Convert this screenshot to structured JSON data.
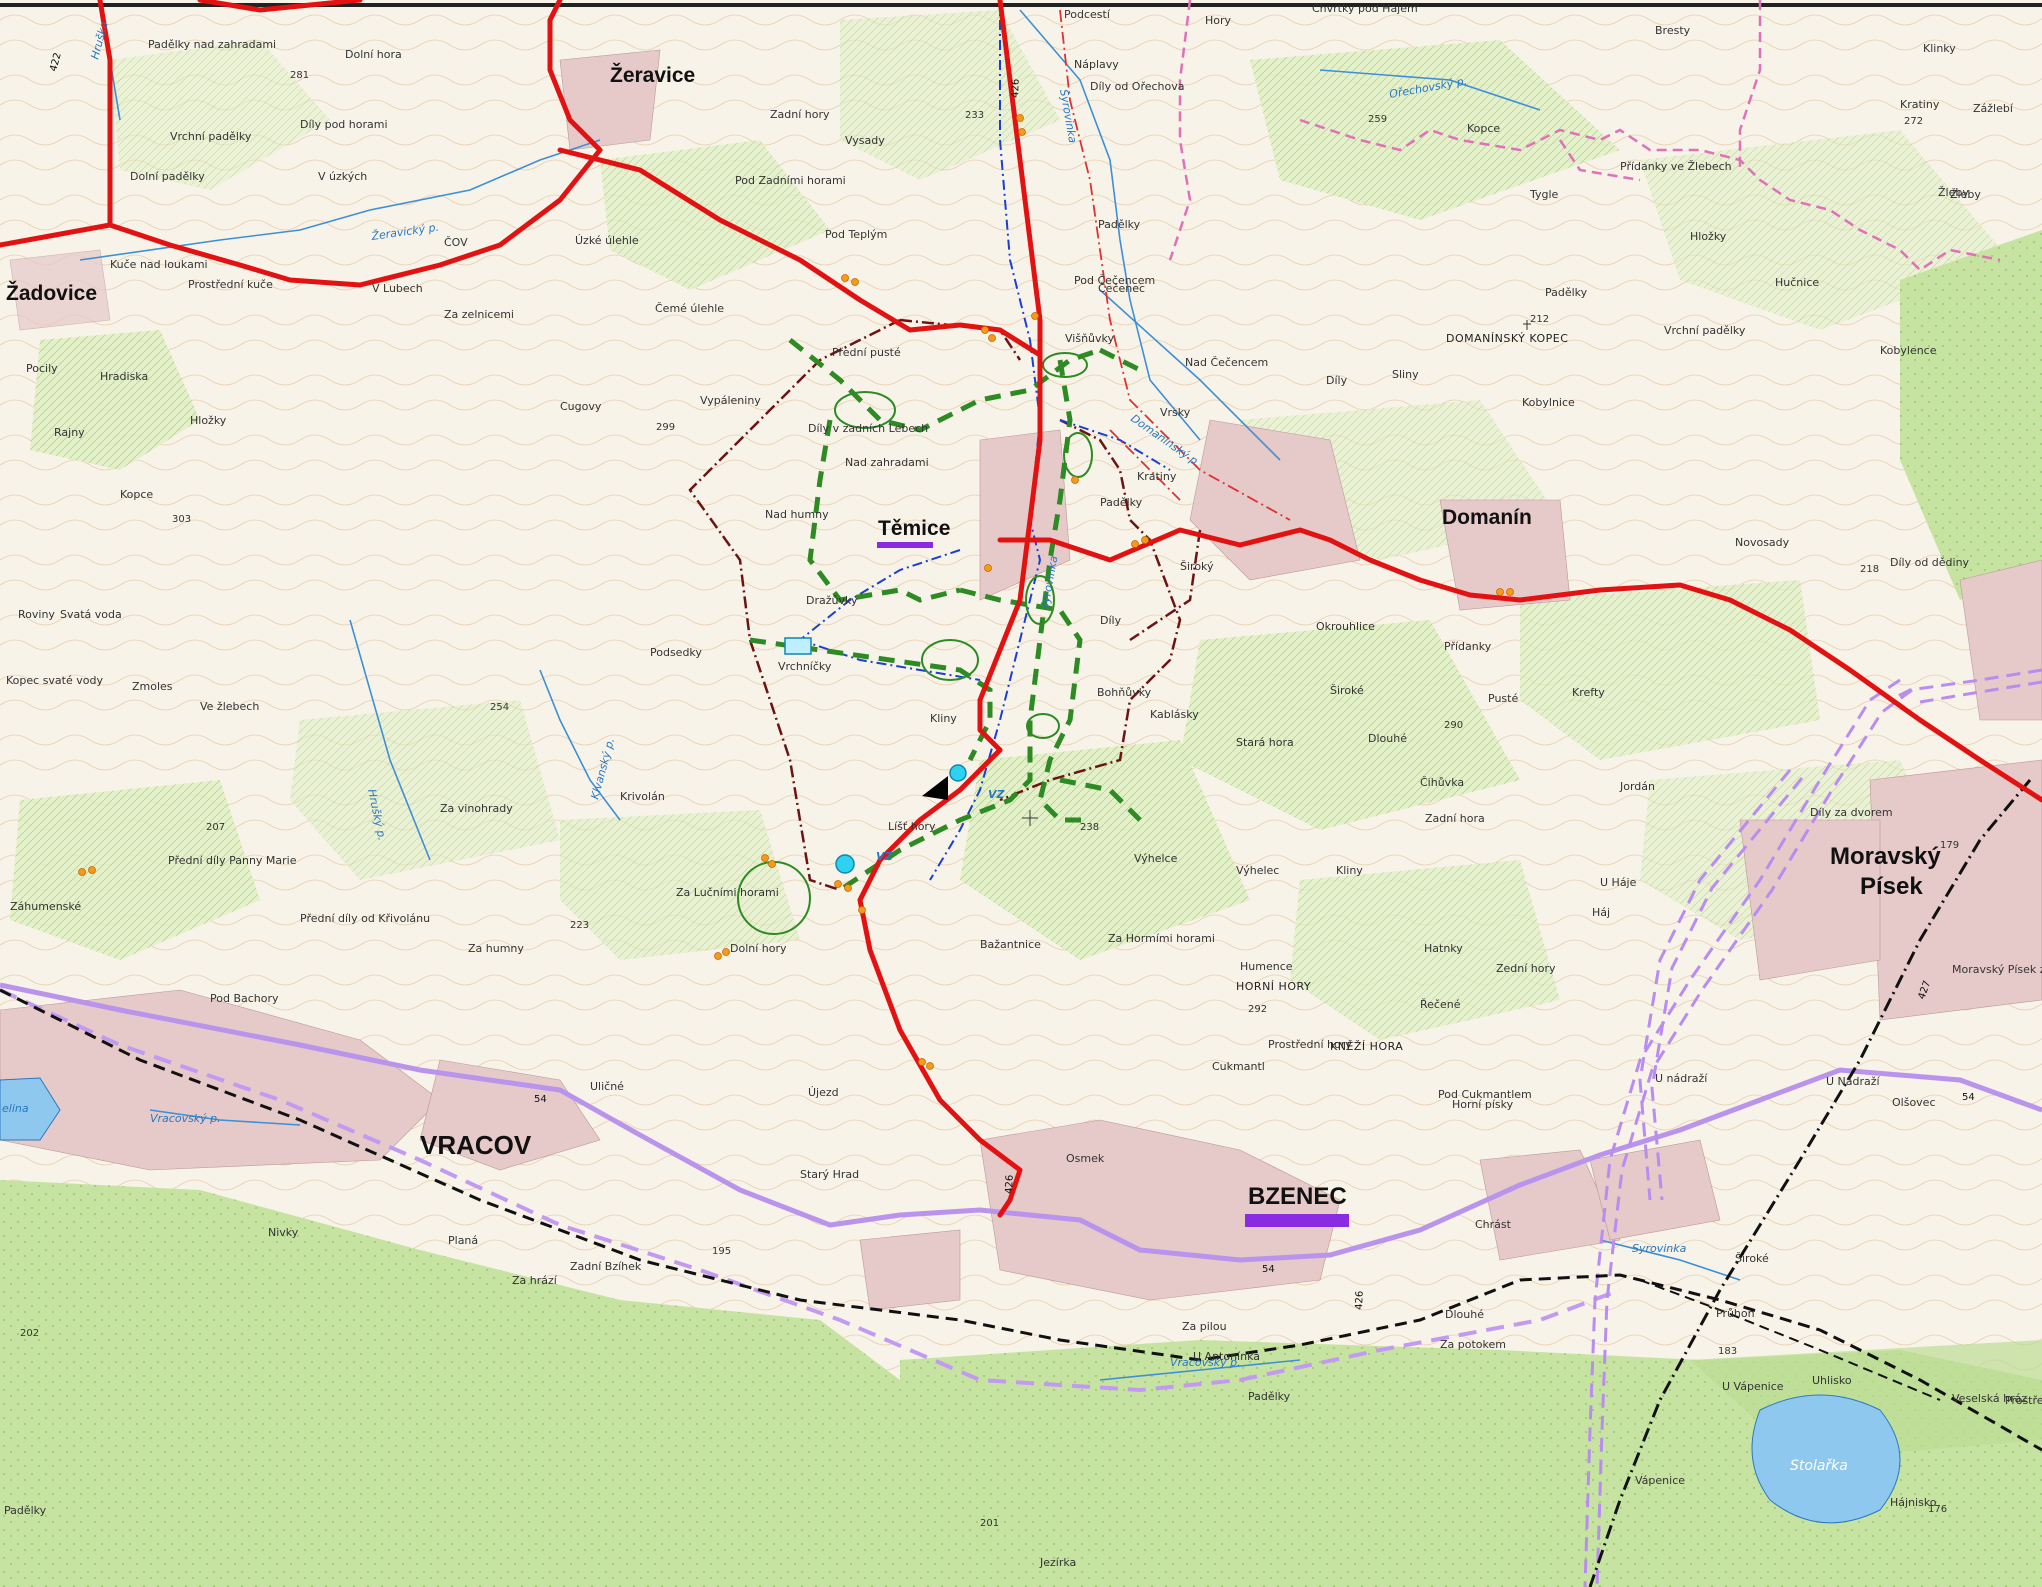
{
  "map": {
    "towns": {
      "zeravice": "Žeravice",
      "zadovice": "Žadovice",
      "temnice": "Těmice",
      "domanin": "Domanín",
      "vracov": "VRACOV",
      "bzenec": "BZENEC",
      "moravsky_pisek_1": "Moravský",
      "moravsky_pisek_2": "Písek"
    },
    "localities": [
      "Padělky nad zahradami",
      "Dolní hora",
      "Díly pod horami",
      "Vrchní padělky",
      "Dolní padělky",
      "V úzkých",
      "Kuče nad loukami",
      "Prostřední kuče",
      "V Lubech",
      "Úzké úlehle",
      "Za zelnicemi",
      "Čemé úlehle",
      "Zadní hory",
      "Vysady",
      "Pod Zadními horami",
      "Pod Teplým",
      "Padělky",
      "Díly od Ořechova",
      "Náplavy",
      "Podcestí",
      "Pod Čečencem",
      "Čečenec",
      "Višňůvky",
      "Nad Čečencem",
      "Přední pusté",
      "Díly v zadních Lebech",
      "Nad zahradami",
      "Nad humny",
      "Vypáleniny",
      "Cugovy",
      "Pocily",
      "Hradiska",
      "Rajny",
      "Hložky",
      "Kopce",
      "Roviny",
      "Svatá voda",
      "Kopec svaté vody",
      "Zmoles",
      "Ve žlebech",
      "Podsedky",
      "Vrchníčky",
      "Dražůvky",
      "Kliny",
      "Díly",
      "Bohňůvky",
      "Kablásky",
      "Široký",
      "Padělky",
      "Kratiny",
      "Vrsky",
      "Díly",
      "Sliny",
      "Kobylnice",
      "DOMANÍNSKÝ KOPEC",
      "Padělky",
      "Vrchní padělky",
      "Kobylence",
      "Hučnice",
      "Žleby",
      "Přídanky ve Žlebech",
      "Tygle",
      "Hložky",
      "Kopce",
      "Bresty",
      "Hory",
      "Chvrtky pod Hájem",
      "Kratiny",
      "Zážlebí",
      "Klinky",
      "Žleby",
      "Novosady",
      "Díly od dědiny",
      "Okrouhlice",
      "Přídanky",
      "Pusté",
      "Krefty",
      "Široké",
      "Dlouhé",
      "Stará hora",
      "Jordán",
      "Čihůvka",
      "Zadní hora",
      "U Háje",
      "Háj",
      "Díly za dvorem",
      "Výhelce",
      "Výhelec",
      "Kliny",
      "Hatnky",
      "Zední hory",
      "Za Hormími horami",
      "Humence",
      "HORNÍ HORY",
      "Řečené",
      "Prostřední hory",
      "Cukmantl",
      "KNĚŽÍ HORA",
      "Pod Cukmantlem",
      "Horní písky",
      "U nádraží",
      "U Nádraží",
      "Olšovec",
      "Chrást",
      "Široké",
      "Dlouhé",
      "Za potokem",
      "Za pilou",
      "U Antonínka",
      "Padělky",
      "U Vápenice",
      "Uhlisko",
      "Vápenice",
      "Hájnisko",
      "Veselská hráz",
      "Prostřední hory",
      "Krivolán",
      "Za vinohrady",
      "Přední díly Panny Marie",
      "Záhumenské",
      "Přední díly od Křivolánu",
      "Za humny",
      "Pod Bachory",
      "Dolní hory",
      "Za Lučními horami",
      "Líšť hory",
      "Bažantnice",
      "Újezd",
      "Uličné",
      "Starý Hrad",
      "Osmek",
      "Nivky",
      "Planá",
      "Za hrází",
      "Zadní Bzíhek",
      "Jezírka",
      "Padělky",
      "Průhon",
      "Moravský Písek zast."
    ],
    "water": {
      "zeravicky": "Žeravický p.",
      "orechovsky": "Ořechovský p.",
      "syrovinka_top": "Syrovinka",
      "syrovinka_mid": "Syrovinka",
      "syrovinka_low": "Syrovinka",
      "domaninsky": "Domaninský p.",
      "hruska": "Hruška",
      "klvansky": "Klvanský p.",
      "hrusky": "Hrušký p.",
      "vracovsky1": "Vracovský p.",
      "vracovsky2": "Vracovský p.",
      "stolarka": "Stolařka",
      "lake_left": "elina"
    },
    "roads": {
      "r422": "422",
      "r426a": "426",
      "r426b": "426",
      "r426c": "426",
      "r54a": "54",
      "r54b": "54",
      "r54c": "54",
      "r427": "427"
    },
    "elevations": {
      "e281": "281",
      "e233": "233",
      "e259": "259",
      "e272": "272",
      "e299": "299",
      "e303": "303",
      "e212": "212",
      "e218": "218",
      "e254": "254",
      "e290": "290",
      "e238": "238",
      "e207": "207",
      "e223": "223",
      "e292": "292",
      "e179": "179",
      "e195": "195",
      "e183": "183",
      "e176": "176",
      "e202": "202",
      "e201": "201"
    },
    "markers": {
      "vz1": "VZ",
      "vz2": "VZ",
      "cov": "ČOV"
    },
    "colors": {
      "route_red": "#e31212",
      "railway": "#111111",
      "power_purple": "#b98cf0",
      "road_purple": "#b993ec",
      "admin_boundary": "#6b1414",
      "green_dashed": "#2e8b23",
      "blue_dashdot": "#1a3fd1",
      "pink_dashed": "#e070b8",
      "forest": "#c9e4a8",
      "field": "#f7f5e8",
      "settlement": "#e6c9c9",
      "water": "#8ec8ef",
      "highlight_bar": "#8a2be2"
    }
  }
}
